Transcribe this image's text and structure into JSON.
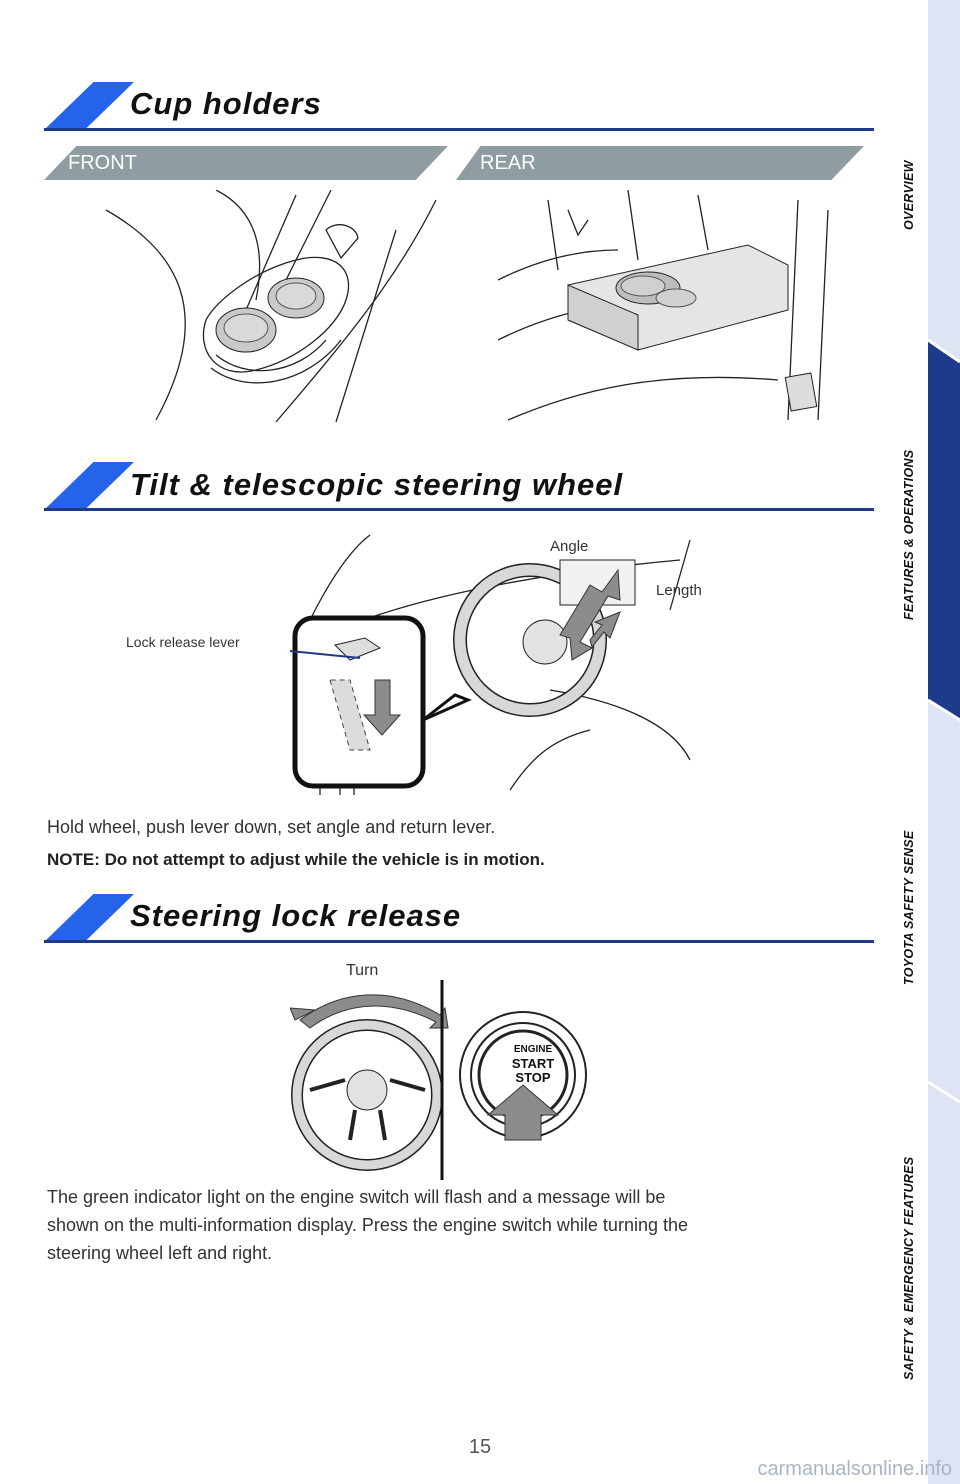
{
  "sections": {
    "cup_holders": {
      "title": "Cup holders",
      "front_label": "FRONT",
      "rear_label": "REAR"
    },
    "tilt": {
      "title": "Tilt & telescopic steering wheel",
      "angle_label": "Angle",
      "length_label": "Length",
      "lever_label": "Lock release lever",
      "instruction": "Hold wheel, push lever down, set angle and return lever.",
      "note": "NOTE: Do not attempt to adjust while the vehicle is in motion."
    },
    "steering_lock": {
      "title": "Steering lock release",
      "turn_label": "Turn",
      "button_line1": "ENGINE",
      "button_line2": "START",
      "button_line3": "STOP",
      "body_line1": "The green indicator light on the engine switch will flash and a message will be",
      "body_line2": "shown on the multi-information display. Press the engine switch while turning the",
      "body_line3": "steering wheel left and right."
    }
  },
  "side_tabs": [
    "OVERVIEW",
    "FEATURES & OPERATIONS",
    "TOYOTA SAFETY SENSE",
    "SAFETY & EMERGENCY FEATURES"
  ],
  "active_tab": "FEATURES & OPERATIONS",
  "page_number": "15",
  "watermark": "carmanualsonline.info",
  "colors": {
    "accent_blue": "#2563eb",
    "rule_navy": "#1e3a8a",
    "rail_light": "#dfe4f5",
    "rail_active": "#1e3a8a",
    "subbar_grey": "#8f9da3"
  }
}
